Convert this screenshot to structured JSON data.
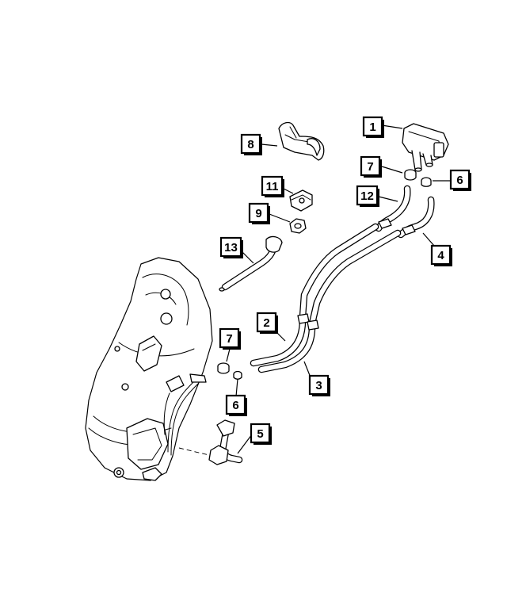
{
  "callouts": [
    "1",
    "2",
    "3",
    "4",
    "5",
    "6",
    "6",
    "7",
    "7",
    "8",
    "9",
    "11",
    "12",
    "13"
  ]
}
